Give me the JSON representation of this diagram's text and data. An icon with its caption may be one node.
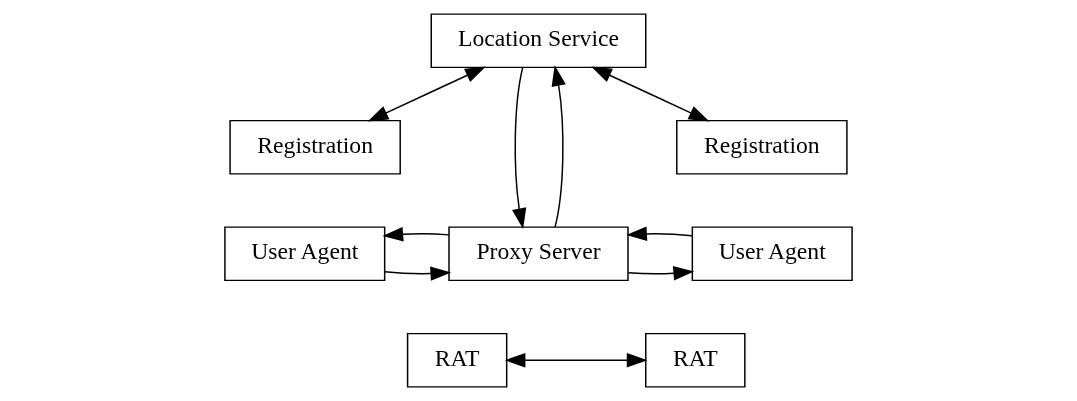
{
  "diagram": {
    "nodes": [
      {
        "text": [
          "Location Service"
        ]
      },
      {
        "text": [
          "Registration"
        ]
      },
      {
        "text": [
          "User Agent"
        ]
      },
      {
        "text": [
          "RAT"
        ]
      },
      {
        "text": [
          "Proxy Server"
        ]
      },
      {
        "text": [
          "Registration"
        ]
      },
      {
        "text": [
          "User Agent"
        ]
      },
      {
        "text": [
          "RAT"
        ]
      }
    ],
    "edges": [
      {
        "from": 0,
        "to": 1,
        "arrow": "both"
      },
      {
        "from": 4,
        "to": 0,
        "arrow": "to"
      },
      {
        "from": 0,
        "to": 4,
        "arrow": "to"
      },
      {
        "from": 0,
        "to": 5,
        "arrow": "both"
      },
      {
        "from": 2,
        "to": 4,
        "arrow": "to"
      },
      {
        "from": 4,
        "to": 6,
        "arrow": "to"
      },
      {
        "from": 4,
        "to": 2,
        "arrow": "to"
      },
      {
        "from": 6,
        "to": 4,
        "arrow": "to"
      },
      {
        "from": 3,
        "to": 7,
        "arrow": "both"
      }
    ]
  }
}
